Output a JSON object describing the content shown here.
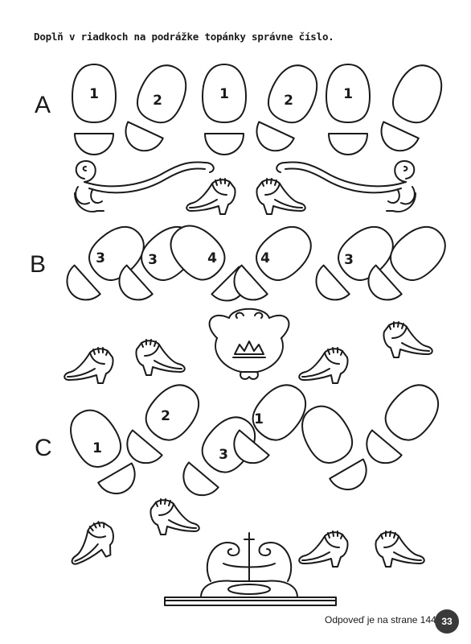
{
  "instruction": "Doplň v riadkoch na podrážke topánky správne číslo.",
  "rows": [
    {
      "letter": "A",
      "numbers": [
        "1",
        "2",
        "1",
        "2",
        "1",
        ""
      ]
    },
    {
      "letter": "B",
      "numbers": [
        "3",
        "3",
        "4",
        "4",
        "3",
        ""
      ]
    },
    {
      "letter": "C",
      "numbers": [
        "1",
        "2",
        "3",
        "1",
        "",
        ""
      ]
    }
  ],
  "footer": {
    "answer_text": "Odpoveď je na strane 144.",
    "page_number": "33"
  },
  "colors": {
    "ink": "#1a1a1a",
    "badge": "#3a3a3a",
    "paper": "#ffffff"
  },
  "icons": [
    "footprint-icon",
    "ornament-swirl-icon",
    "crown-icon",
    "shoe-icon"
  ]
}
